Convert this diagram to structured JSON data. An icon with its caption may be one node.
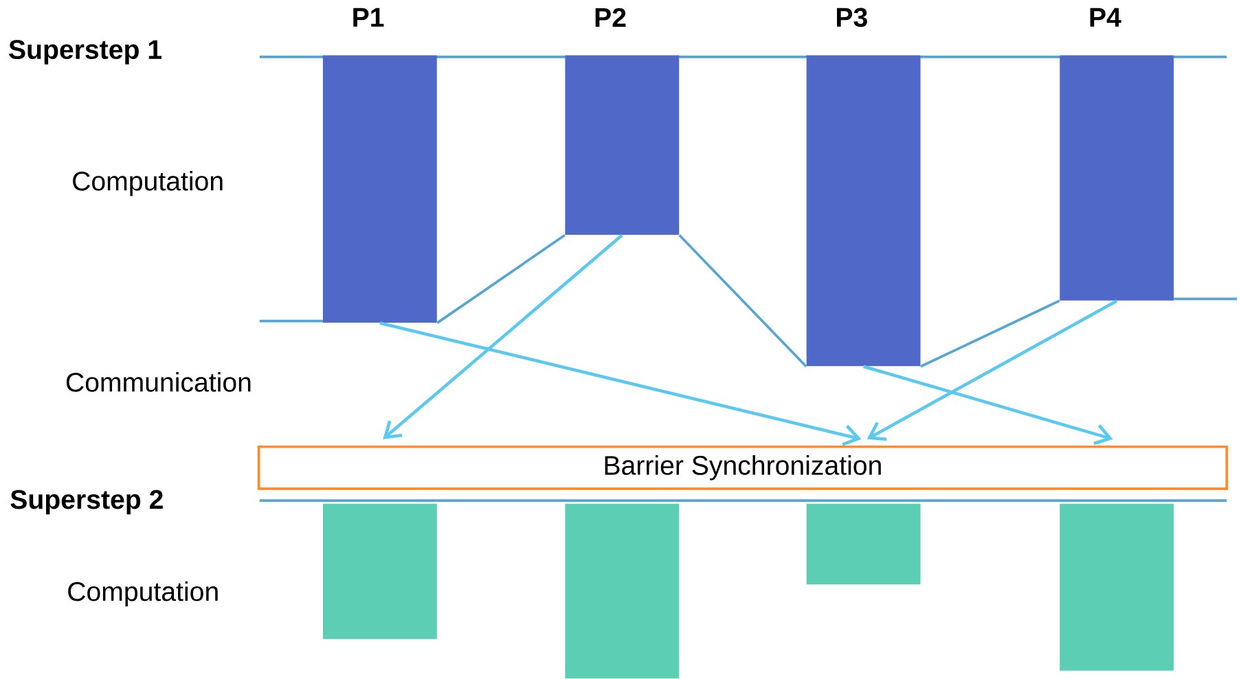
{
  "diagram": {
    "nodes": [
      {
        "text": [
          "P1"
        ]
      },
      {
        "text": [
          "P2"
        ]
      },
      {
        "text": [
          "P3"
        ]
      },
      {
        "text": [
          "P4"
        ]
      },
      {
        "text": [
          "Barrier Synchronization"
        ]
      },
      {
        "text": [],
        "shape": "bar"
      },
      {
        "text": [],
        "shape": "bar"
      },
      {
        "text": [],
        "shape": "bar"
      },
      {
        "text": [],
        "shape": "bar"
      }
    ],
    "edges": [
      {
        "from": 0,
        "to": 4,
        "arrow": "to"
      },
      {
        "from": 1,
        "to": 4,
        "arrow": "to"
      },
      {
        "from": 2,
        "to": 4,
        "arrow": "to"
      },
      {
        "from": 3,
        "to": 4,
        "arrow": "to"
      },
      {
        "from": 0,
        "to": 1,
        "arrow": "none",
        "color": "#56a5d3"
      },
      {
        "from": 1,
        "to": 2,
        "arrow": "none",
        "color": "#56a5d3"
      },
      {
        "from": 2,
        "to": 3,
        "arrow": "none",
        "color": "#56a5d3"
      }
    ],
    "labels": [
      "Superstep 1",
      "Computation",
      "Communication",
      "Superstep 2",
      "Computation"
    ]
  }
}
